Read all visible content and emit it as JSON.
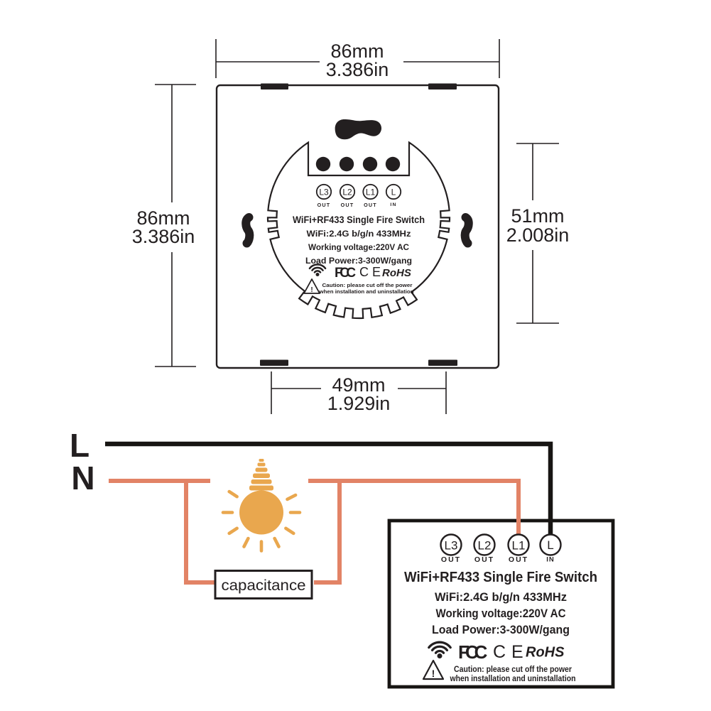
{
  "colors": {
    "ink": "#231f20",
    "live_wire": "#171513",
    "neutral_wire": "#e28366",
    "bulb": "#e9a74e",
    "label_live": "#2b2520",
    "label_neutral": "#39281c"
  },
  "dimensions": {
    "width": {
      "mm": "86mm",
      "inch": "3.386in"
    },
    "height": {
      "mm": "86mm",
      "inch": "3.386in"
    },
    "module_height": {
      "mm": "51mm",
      "inch": "2.008in"
    },
    "tab_spacing": {
      "mm": "49mm",
      "inch": "1.929in"
    }
  },
  "module": {
    "terminals": [
      {
        "label": "L3",
        "dir": "OUT"
      },
      {
        "label": "L2",
        "dir": "OUT"
      },
      {
        "label": "L1",
        "dir": "OUT"
      },
      {
        "label": "L",
        "dir": "IN"
      }
    ],
    "title": "WiFi+RF433 Single Fire Switch",
    "spec_wifi": "WiFi:2.4G b/g/n 433MHz",
    "spec_voltage": "Working voltage:220V AC",
    "spec_load": "Load Power:3-300W/gang",
    "cert_fcc": "FCC",
    "cert_ce": "CE",
    "cert_rohs": "RoHS",
    "warning_mark": "!",
    "caution_line1": "Caution: please cut off the power",
    "caution_line2": "when installation and uninstallation"
  },
  "wiring": {
    "live_label": "L",
    "neutral_label": "N",
    "capacitance_label": "capacitance"
  },
  "icons": {
    "wifi": "wifi-signal-arcs",
    "caution": "warning-triangle",
    "bulb": "light-bulb"
  }
}
